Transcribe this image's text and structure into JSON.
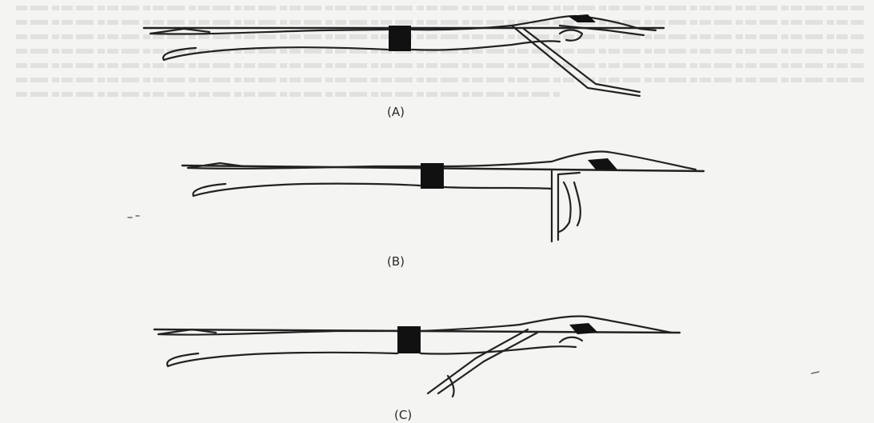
{
  "figure": {
    "panels": [
      {
        "label": "(A)"
      },
      {
        "label": "(B)"
      },
      {
        "label": "(C)"
      }
    ]
  }
}
